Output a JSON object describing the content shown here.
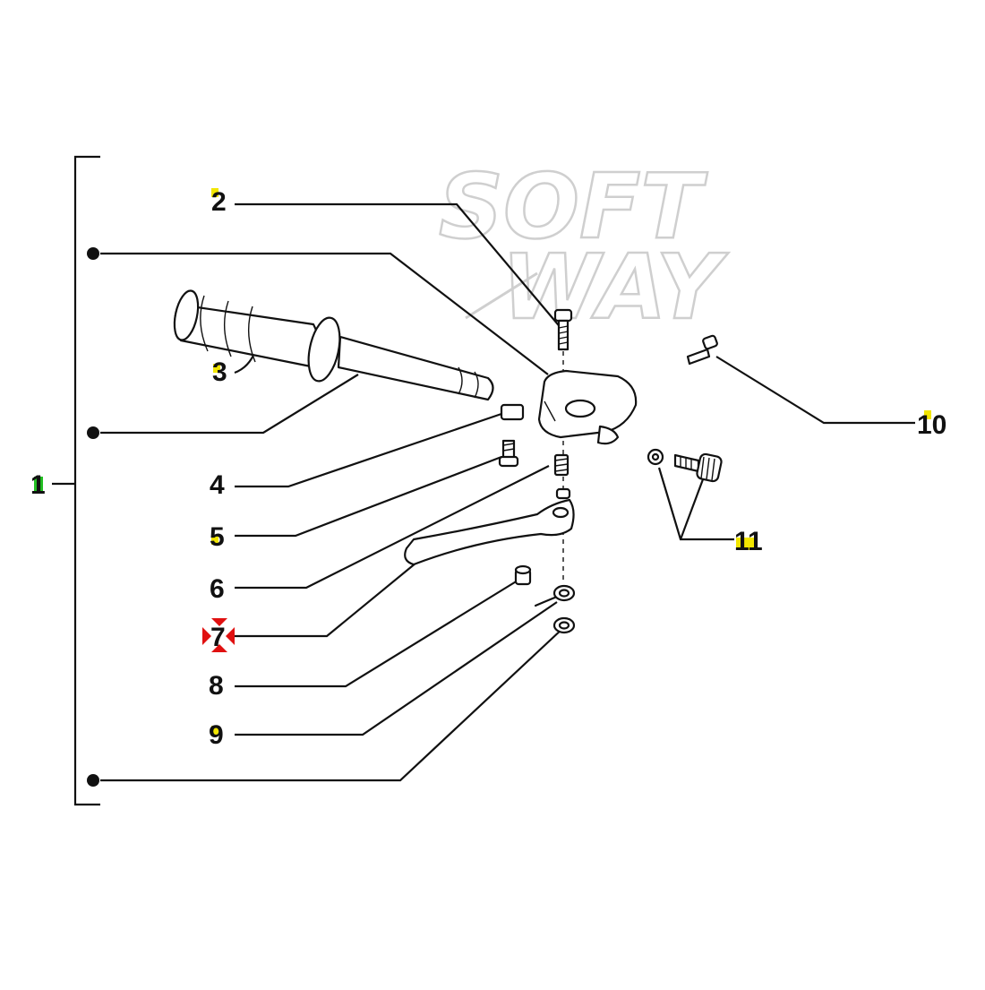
{
  "watermark": {
    "line1": "SOFT",
    "line2": "WAY"
  },
  "callouts": {
    "c1": "1",
    "c2": "2",
    "c3": "3",
    "c4": "4",
    "c5": "5",
    "c6": "6",
    "c7": "7",
    "c8": "8",
    "c9": "9",
    "c10": "10",
    "c11": "11"
  },
  "colors": {
    "ink": "#111111",
    "highlight_yellow": "#f2e600",
    "highlight_green": "#22c022",
    "marker_red": "#e01010",
    "watermark": "#cfcfcf"
  },
  "icons": [
    "red-target-marker-icon"
  ]
}
